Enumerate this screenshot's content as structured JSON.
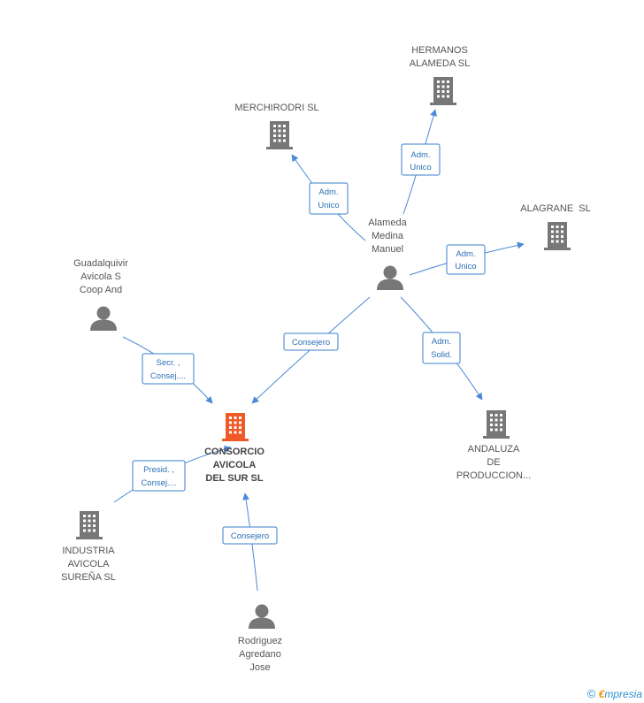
{
  "colors": {
    "main_node": "#f05a28",
    "node": "#777777",
    "edge": "#4a8ad6"
  },
  "nodes": {
    "hermanos": {
      "icon": "building-icon",
      "label": [
        "HERMANOS",
        "ALAMEDA SL"
      ]
    },
    "merchirodri": {
      "icon": "building-icon",
      "label": [
        "MERCHIRODRI SL"
      ]
    },
    "alagrane": {
      "icon": "building-icon",
      "label": [
        "ALAGRANE  SL"
      ]
    },
    "alameda": {
      "icon": "person-icon",
      "label": [
        "Alameda",
        "Medina",
        "Manuel"
      ]
    },
    "guadalquivir": {
      "icon": "person-icon",
      "label": [
        "Guadalquivir",
        "Avicola S",
        "Coop And"
      ]
    },
    "consorcio": {
      "icon": "building-icon",
      "label": [
        "CONSORCIO",
        "AVICOLA",
        "DEL SUR SL"
      ],
      "main": true
    },
    "andaluza": {
      "icon": "building-icon",
      "label": [
        "ANDALUZA",
        "DE",
        "PRODUCCION..."
      ]
    },
    "industria": {
      "icon": "building-icon",
      "label": [
        "INDUSTRIA",
        "AVICOLA",
        "SUREÑA SL"
      ]
    },
    "rodriguez": {
      "icon": "person-icon",
      "label": [
        "Rodriguez",
        "Agredano",
        "Jose"
      ]
    }
  },
  "edges": [
    {
      "id": "alameda-hermanos",
      "label": [
        "Adm.",
        "Unico"
      ]
    },
    {
      "id": "alameda-merchirodri",
      "label": [
        "Adm.",
        "Unico"
      ]
    },
    {
      "id": "alameda-alagrane",
      "label": [
        "Adm.",
        "Unico"
      ]
    },
    {
      "id": "alameda-consorcio",
      "label": [
        "Consejero"
      ]
    },
    {
      "id": "alameda-andaluza",
      "label": [
        "Adm.",
        "Solid."
      ]
    },
    {
      "id": "guadalquivir-consorcio",
      "label": [
        "Secr. ,",
        "Consej...."
      ]
    },
    {
      "id": "industria-consorcio",
      "label": [
        "Presid. ,",
        "Consej...."
      ]
    },
    {
      "id": "rodriguez-consorcio",
      "label": [
        "Consejero"
      ]
    }
  ],
  "footer": {
    "copyright": "©",
    "brand_first": "€",
    "brand_rest": "mpresia"
  }
}
